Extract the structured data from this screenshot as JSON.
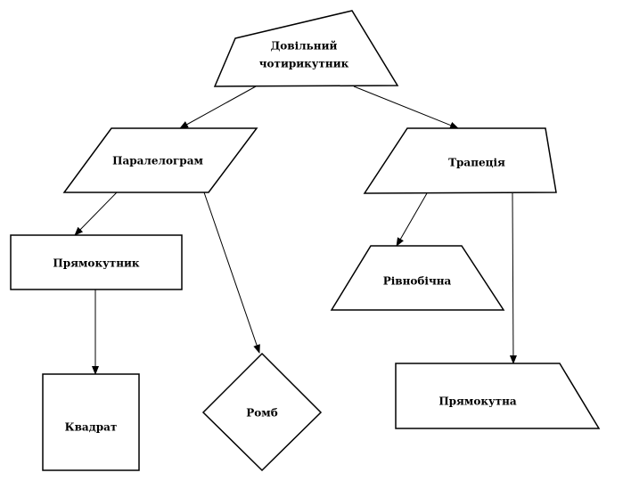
{
  "nodes": {
    "root": {
      "line1": "Довільний",
      "line2": "чотирикутник"
    },
    "parallelogram": {
      "label": "Паралелограм"
    },
    "trapezoid": {
      "label": "Трапеція"
    },
    "rectangle": {
      "label": "Прямокутник"
    },
    "rhombus": {
      "label": "Ромб"
    },
    "square": {
      "label": "Квадрат"
    },
    "isosceles_trapezoid": {
      "label": "Рівнобічна"
    },
    "right_trapezoid": {
      "label": "Прямокутна"
    }
  },
  "colors": {
    "stroke": "#000000",
    "fill": "#ffffff"
  }
}
